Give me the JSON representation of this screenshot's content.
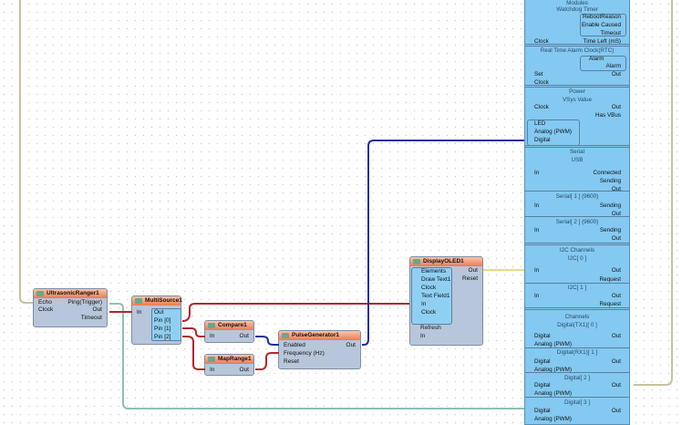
{
  "colors": {
    "board": "#83c9f1",
    "wire_red": "#b3262a",
    "wire_blue": "#1f2fa0",
    "wire_teal": "#8fc0b8",
    "wire_beige": "#c8c2a0",
    "wire_yellow": "#e6dc8a"
  },
  "nodes": {
    "ultrasonic": {
      "title": "UltrasonicRanger1",
      "echo": "Echo",
      "clock": "Clock",
      "ping": "Ping(Trigger)",
      "out": "Out",
      "timeout": "Timeout"
    },
    "multisource": {
      "title": "MultiSource1",
      "in": "In",
      "out": "Out",
      "pin0": "Pin [0]",
      "pin1": "Pin [1]",
      "pin2": "Pin [2]"
    },
    "compare": {
      "title": "Compare1",
      "in": "In",
      "out": "Out"
    },
    "maprange": {
      "title": "MapRange1",
      "in": "In",
      "out": "Out"
    },
    "pulse": {
      "title": "PulseGenerator1",
      "enabled": "Enabled",
      "frequency": "Frequency (Hz)",
      "reset": "Reset",
      "out": "Out"
    },
    "oled": {
      "title": "DisplayOLED1",
      "elements": "Elements",
      "draw_text": "Draw Text1",
      "clock1": "Clock",
      "text_field": "Text Field1",
      "in1": "In",
      "clock2": "Clock",
      "refresh": "Refresh",
      "in2": "In",
      "out": "Out",
      "reset": "Reset"
    }
  },
  "board": {
    "modules": "Modules",
    "watchdog": "Watchdog Timer",
    "reboot_reason": "RebootReason",
    "enable_caused": "Enable Caused",
    "timeout": "Timeout",
    "clock": "Clock",
    "time_left": "Time Left (mS)",
    "rtc": "Real Time Alarm Clock(RTC)",
    "alarm": "Alarm",
    "alarm_out": "Alarm",
    "set": "Set",
    "rtc_out": "Out",
    "rtc_clock": "Clock",
    "power": "Power",
    "vsys": "VSys Value",
    "vsys_clock": "Clock",
    "vsys_out": "Out",
    "has_vbus": "Has VBus",
    "led": "LED",
    "led_analog": "Analog (PWM)",
    "led_digital": "Digital",
    "serial": "Serial",
    "usb": "USB",
    "usb_in": "In",
    "usb_connected": "Connected",
    "usb_sending": "Sending",
    "usb_out": "Out",
    "serial1": "Serial[ 1 ] (9600)",
    "s1_in": "In",
    "s1_sending": "Sending",
    "s1_out": "Out",
    "serial2": "Serial[ 2 ] (9600)",
    "s2_in": "In",
    "s2_sending": "Sending",
    "s2_out": "Out",
    "i2c_channels": "I2C Channels",
    "i2c0": "I2C[ 0 ]",
    "i2c0_in": "In",
    "i2c0_out": "Out",
    "i2c0_request": "Request",
    "i2c1": "I2C[ 1 ]",
    "i2c1_in": "In",
    "i2c1_out": "Out",
    "i2c1_request": "Request",
    "channels": "Channels",
    "d0": "Digital(TX1)[ 0 ]",
    "d0_digital": "Digital",
    "d0_out": "Out",
    "d0_analog": "Analog (PWM)",
    "d1": "Digital(RX1)[ 1 ]",
    "d1_digital": "Digital",
    "d1_out": "Out",
    "d1_analog": "Analog (PWM)",
    "d2": "Digital[ 2 ]",
    "d2_digital": "Digital",
    "d2_out": "Out",
    "d2_analog": "Analog (PWM)",
    "d3": "Digital[ 3 ]",
    "d3_digital": "Digital",
    "d3_out": "Out",
    "d3_analog": "Analog (PWM)"
  }
}
